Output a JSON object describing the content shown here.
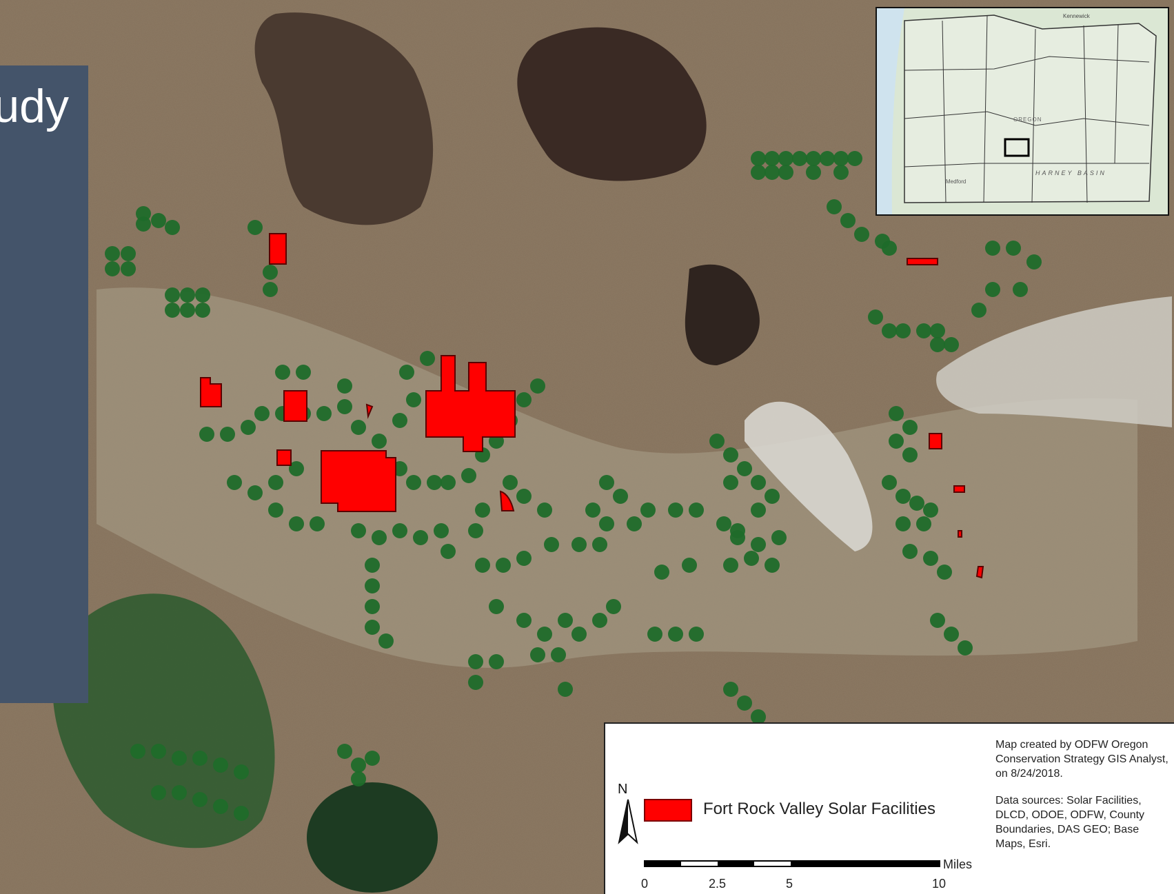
{
  "title_fragment": "udy",
  "legend": {
    "north_label": "N",
    "item_label": "Fort Rock Valley Solar Facilities",
    "item_color": "#ff0000",
    "scale_ticks": [
      "0",
      "2.5",
      "5",
      "10"
    ],
    "scale_units": "Miles"
  },
  "credits": {
    "created_by": "Map created by ODFW Oregon Conservation Strategy GIS Analyst, on 8/24/2018.",
    "data_sources": "Data sources: Solar Facilities, DLCD, ODOE, ODFW, County Boundaries, DAS GEO; Base Maps, Esri."
  },
  "inset_labels": {
    "top": "Kennewick",
    "region": "HARNEY BASIN",
    "state": "OREGON",
    "city": "Medford"
  },
  "colors": {
    "facility_fill": "#ff0000",
    "title_panel": "#44546a",
    "terrain": "#8a7660",
    "irrigation_circles": "#1f6b2a",
    "lava_flows": "#3a2a22"
  }
}
